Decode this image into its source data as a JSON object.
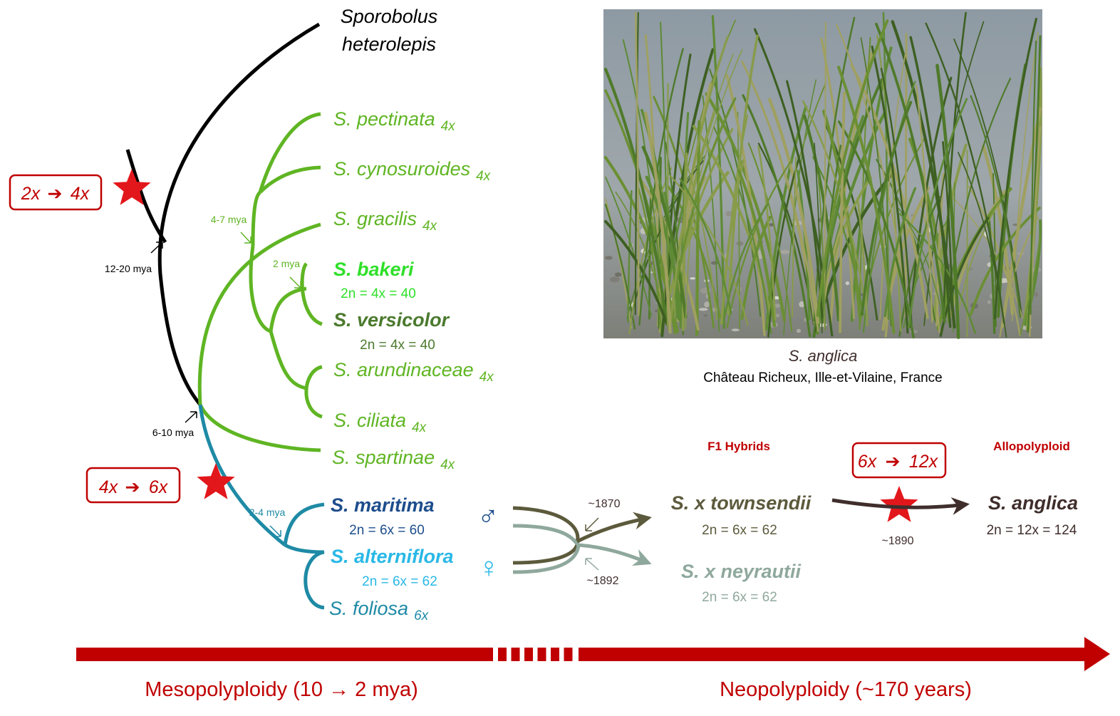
{
  "colors": {
    "black": "#000000",
    "green": "#5fb523",
    "bright_green": "#2fe02a",
    "olive": "#4b7a2e",
    "teal": "#1e8aa5",
    "dark_blue": "#1d4d8c",
    "light_blue": "#29b8e6",
    "hybrid_brown": "#5c5a3c",
    "hybrid_grey": "#8fa89d",
    "anglica_brown": "#3f2e2c",
    "red": "#c00000",
    "star": "#e2171b"
  },
  "taxa": {
    "heterolepis_1": "Sporobolus",
    "heterolepis_2": "heterolepis",
    "pectinata": "S. pectinata",
    "cynosuroides": "S. cynosuroides",
    "gracilis": "S. gracilis",
    "bakeri": "S. bakeri",
    "versicolor": "S. versicolor",
    "arundinaceae": "S. arundinaceae",
    "ciliata": "S. ciliata",
    "spartinae": "S. spartinae",
    "maritima": "S. maritima",
    "alterniflora": "S. alterniflora",
    "foliosa": "S. foliosa",
    "townsendii": "S. x townsendii",
    "neyrautii": "S. x neyrautii",
    "anglica": "S. anglica"
  },
  "ploidy": {
    "4x": "4x",
    "6x": "6x"
  },
  "chromosomes": {
    "bakeri": "2n = 4x = 40",
    "versicolor": "2n = 4x = 40",
    "maritima": "2n = 6x = 60",
    "alterniflora": "2n = 6x = 62",
    "townsendii": "2n = 6x = 62",
    "neyrautii": "2n = 6x = 62",
    "anglica": "2n = 12x = 124"
  },
  "dates": {
    "d12_20": "12-20 mya",
    "d6_10": "6-10 mya",
    "d4_7": "4-7 mya",
    "d2": "2 mya",
    "d2_4": "2-4 mya",
    "y1870": "~1870",
    "y1892": "~1892",
    "y1890": "~1890"
  },
  "events": {
    "dup1_from": "2x",
    "dup1_to": "4x",
    "dup2_from": "4x",
    "dup2_to": "6x",
    "dup3_from": "6x",
    "dup3_to": "12x"
  },
  "symbols": {
    "male": "♂",
    "female": "♀"
  },
  "headers": {
    "f1": "F1 Hybrids",
    "allo": "Allopolyploid"
  },
  "photo": {
    "caption_species": "S. anglica",
    "caption_location": "Château Richeux, Ille-et-Vilaine, France"
  },
  "timeline": {
    "meso": "Mesopolyploidy (10 → 2 mya)",
    "neo": "Neopolyploidy (~170 years)"
  }
}
